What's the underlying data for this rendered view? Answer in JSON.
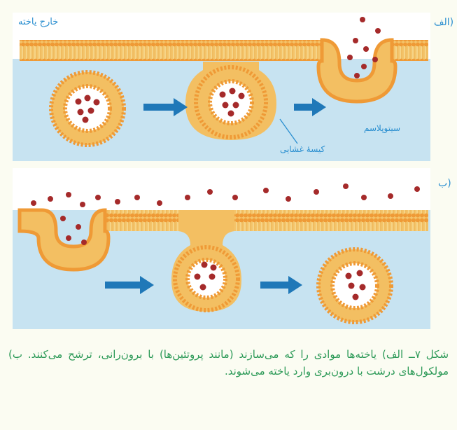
{
  "panel_a": {
    "letter": "الف)",
    "label_outside": "خارج یاخته",
    "label_cytoplasm": "سیتوپلاسم",
    "label_vesicle": "کیسهٔ غشایی"
  },
  "panel_b": {
    "letter": "ب)"
  },
  "caption": {
    "text": "شکل ۷ــ الف) یاخته‌ها موادی را که می‌سازند (مانند پروتئین‌ها) با برون‌رانی، ترشح می‌کنند. ب) مولکول‌های درشت با درون‌بری وارد یاخته می‌شوند."
  },
  "colors": {
    "cytoplasm": "#c7e3f1",
    "outside": "#ffffff",
    "membrane_head": "#f2a23a",
    "membrane_tail": "#f6d98c",
    "molecule": "#a52a2a",
    "arrow": "#1f78b8",
    "caption_text": "#2d9a58"
  }
}
